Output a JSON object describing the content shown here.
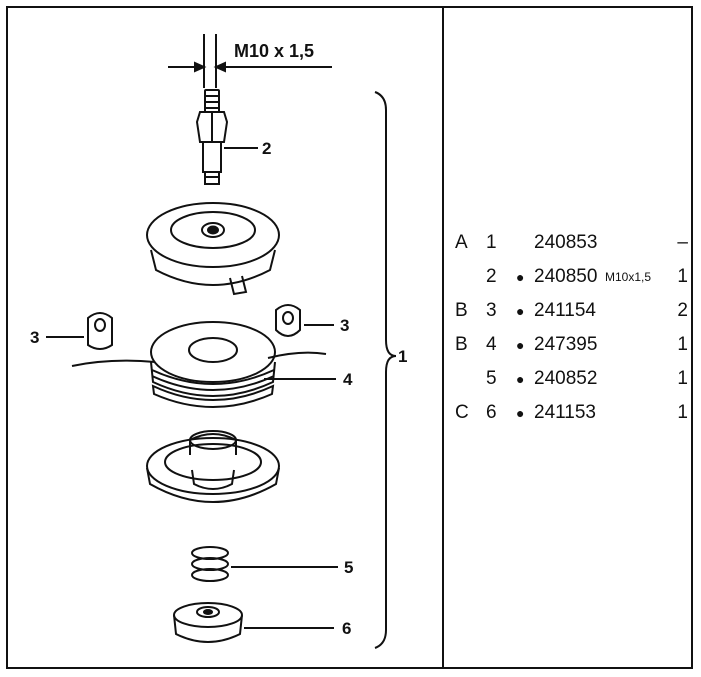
{
  "diagram": {
    "thread_label": "M10 x 1,5",
    "callouts": {
      "assembly": "1",
      "bolt": "2",
      "clip_left": "3",
      "clip_right": "3",
      "spool": "4",
      "spring": "5",
      "button": "6"
    }
  },
  "parts_table": {
    "rows": [
      {
        "group": "A",
        "pos": "1",
        "dot": "",
        "part": "240853",
        "note": "",
        "qty": "–"
      },
      {
        "group": "",
        "pos": "2",
        "dot": "●",
        "part": "240850",
        "note": "M10x1,5",
        "qty": "1"
      },
      {
        "group": "B",
        "pos": "3",
        "dot": "●",
        "part": "241154",
        "note": "",
        "qty": "2"
      },
      {
        "group": "B",
        "pos": "4",
        "dot": "●",
        "part": "247395",
        "note": "",
        "qty": "1"
      },
      {
        "group": "",
        "pos": "5",
        "dot": "●",
        "part": "240852",
        "note": "",
        "qty": "1"
      },
      {
        "group": "C",
        "pos": "6",
        "dot": "●",
        "part": "241153",
        "note": "",
        "qty": "1"
      }
    ]
  }
}
